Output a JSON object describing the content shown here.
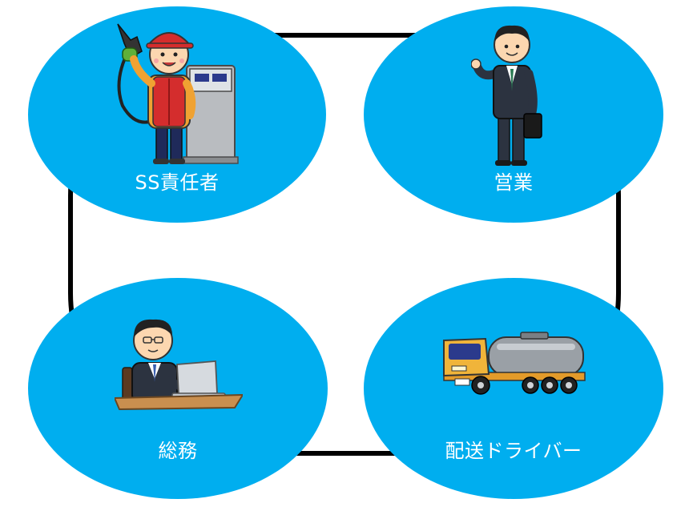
{
  "diagram": {
    "colors": {
      "circle_fill": "#00AEEF",
      "ring_stroke": "#000000",
      "label_text": "#FFFFFF"
    },
    "roles": {
      "ss_manager": {
        "label": "SS責任者",
        "icon": "gas-station-attendant-icon"
      },
      "sales": {
        "label": "営業",
        "icon": "businessman-icon"
      },
      "admin": {
        "label": "総務",
        "icon": "office-worker-laptop-icon"
      },
      "driver": {
        "label": "配送ドライバー",
        "icon": "tanker-truck-icon"
      }
    }
  }
}
